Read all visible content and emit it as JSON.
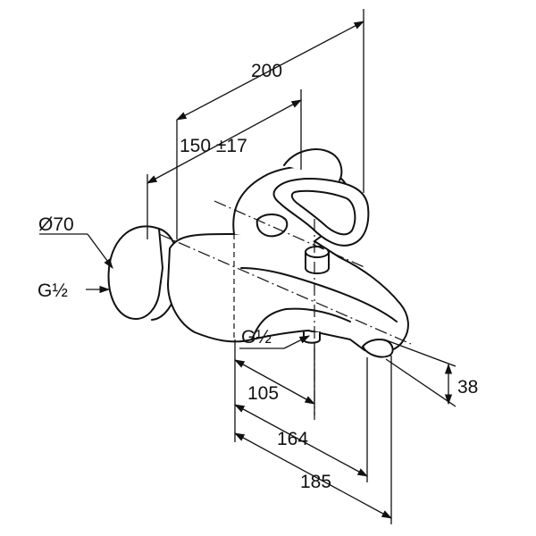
{
  "drawing": {
    "dimensions": {
      "d200": "200",
      "d150": "150 ±17",
      "d70": "Ø70",
      "thread_wall": "G½",
      "thread_spout": "G½",
      "d105": "105",
      "d164": "164",
      "d185": "185",
      "d38": "38"
    }
  }
}
